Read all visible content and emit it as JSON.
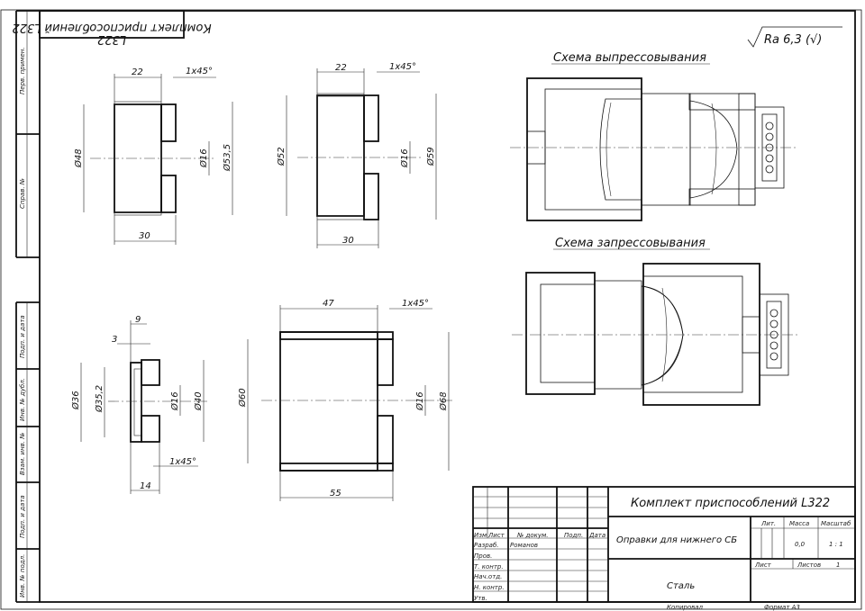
{
  "drawing": {
    "top_label": "Комплект приспособлений L322",
    "roughness": "Ra 6,3 (√)",
    "scheme_press_out": "Схема выпрессовывания",
    "scheme_press_in": "Схема запрессовывания"
  },
  "side_strip": {
    "perv_primen": "Перв. примен.",
    "sprav_no": "Справ. №",
    "podp_data_1": "Подп. и дата",
    "inv_dubl": "Инв. № дубл.",
    "vzam_inv": "Взам. инв. №",
    "podp_data_2": "Подп. и дата",
    "inv_podl": "Инв. № подл."
  },
  "parts": {
    "p1": {
      "d_outer": "Ø48",
      "d_hole": "Ø16",
      "d_max": "Ø53,5",
      "w_top": "22",
      "chamfer": "1x45°",
      "len": "30"
    },
    "p2": {
      "d_outer": "Ø52",
      "d_hole": "Ø16",
      "d_max": "Ø59",
      "w_top": "22",
      "chamfer": "1x45°",
      "len": "30"
    },
    "p3": {
      "d_a": "Ø36",
      "d_b": "Ø35,2",
      "d_hole": "Ø16",
      "d_max": "Ø40",
      "w9": "9",
      "w3": "3",
      "chamfer": "1x45°",
      "len": "14"
    },
    "p4": {
      "d_inner": "Ø60",
      "d_hole": "Ø16",
      "d_max": "Ø68",
      "w_top": "47",
      "chamfer": "1x45°",
      "len": "55"
    }
  },
  "title_block": {
    "doc_title": "Комплект приспособлений L322",
    "part_name": "Оправки для нижнего СБ",
    "material": "Сталь",
    "headers": [
      "Изм",
      "Лист",
      "№ докум.",
      "Подп.",
      "Дата"
    ],
    "rows": [
      "Разраб.",
      "Пров.",
      "Т. контр.",
      "Нач.отд.",
      "Н. контр.",
      "Утв."
    ],
    "developer": "Романов",
    "lit": "Лит.",
    "massa": "Масса",
    "masshtab": "Масштаб",
    "mass_value": "0,0",
    "scale_value": "1 : 1",
    "list": "Лист",
    "listov": "Листов",
    "listov_value": "1",
    "kopiroval": "Копировал",
    "format": "Формат А3"
  }
}
